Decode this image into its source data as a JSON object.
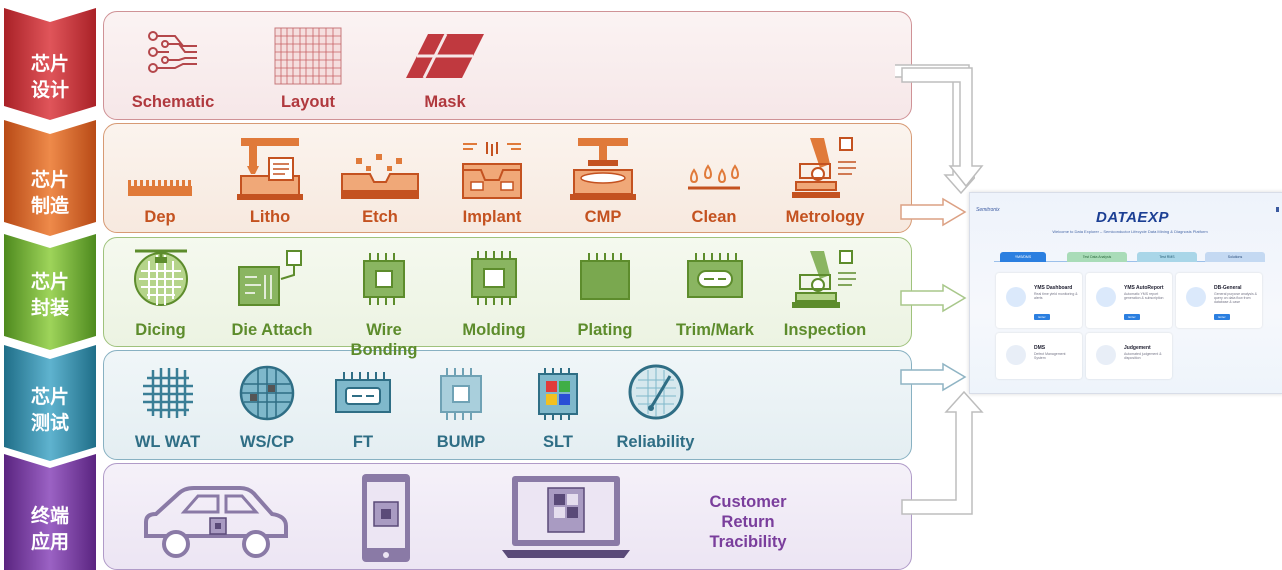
{
  "stages": [
    {
      "id": "design",
      "title_line1": "芯片",
      "title_line2": "设计",
      "color": "#c0393f",
      "border": "#c98a8e",
      "items": [
        {
          "label": "Schematic"
        },
        {
          "label": "Layout"
        },
        {
          "label": "Mask"
        }
      ]
    },
    {
      "id": "manufacturing",
      "title_line1": "芯片",
      "title_line2": "制造",
      "color": "#cc5a24",
      "border": "#d2926d",
      "items": [
        {
          "label": "Dep"
        },
        {
          "label": "Litho"
        },
        {
          "label": "Etch"
        },
        {
          "label": "Implant"
        },
        {
          "label": "CMP"
        },
        {
          "label": "Clean"
        },
        {
          "label": "Metrology"
        }
      ]
    },
    {
      "id": "packaging",
      "title_line1": "芯片",
      "title_line2": "封装",
      "color": "#6a9a36",
      "border": "#97bb74",
      "items": [
        {
          "label": "Dicing"
        },
        {
          "label": "Die Attach"
        },
        {
          "label": "Wire Bonding"
        },
        {
          "label": "Molding"
        },
        {
          "label": "Plating"
        },
        {
          "label": "Trim/Mark"
        },
        {
          "label": "Inspection"
        }
      ]
    },
    {
      "id": "testing",
      "title_line1": "芯片",
      "title_line2": "测试",
      "color": "#3a7e96",
      "border": "#7aa8bb",
      "items": [
        {
          "label": "WL WAT"
        },
        {
          "label": "WS/CP"
        },
        {
          "label": "FT"
        },
        {
          "label": "BUMP"
        },
        {
          "label": "SLT"
        },
        {
          "label": "Reliability"
        }
      ]
    },
    {
      "id": "application",
      "title_line1": "终端",
      "title_line2": "应用",
      "color": "#7a3e9c",
      "border": "#a98bc1",
      "items": [
        {
          "label": "Customer Return Tracibility"
        }
      ]
    }
  ],
  "app": {
    "logo_text": "DATAEXP",
    "brand_small": "Semitronix",
    "welcome": "Welcome to Data Explorer – Semiconductor Lifecycle Data Mining & Diagnosis Platform",
    "tabs": [
      "YMS/DMS",
      "Test Data Analysis",
      "Test RMS",
      "Solutions"
    ],
    "cards": [
      {
        "title": "YMS Dashboard",
        "desc": "Real time yield monitoring & alerts",
        "btn": "Enter"
      },
      {
        "title": "YMS AutoReport",
        "desc": "Automatic YMS report generation & subscription",
        "btn": "Enter"
      },
      {
        "title": "DB-General",
        "desc": "General purpose analysis & query on data flow from database & case",
        "btn": "Enter"
      },
      {
        "title": "DMS",
        "desc": "Defect Management System",
        "btn": ""
      },
      {
        "title": "Judgement",
        "desc": "Automated judgement & disposition",
        "btn": ""
      }
    ]
  },
  "colors": {
    "arrow_stroke": "#b8b8b8",
    "app_accent": "#2b7fe0"
  }
}
